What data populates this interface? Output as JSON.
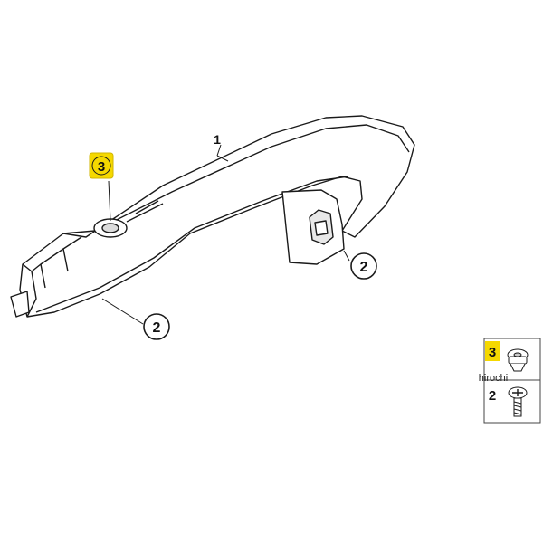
{
  "callouts": {
    "part_1": "1",
    "part_3_top": "3",
    "part_2_mount": "2",
    "part_2_bottom": "2"
  },
  "legend": {
    "row_3": "3",
    "row_2": "2"
  },
  "watermark": "hirochi",
  "colors": {
    "highlight": "#f5d800",
    "line": "#1a1a1a",
    "part_fill": "#ffffff"
  }
}
